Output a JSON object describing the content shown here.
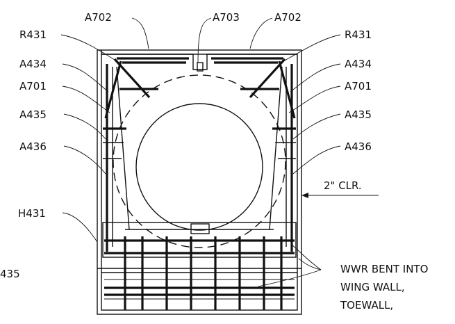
{
  "labels": {
    "a702_left": "A702",
    "a703": "A703",
    "a702_right": "A702",
    "r431_left": "R431",
    "r431_right": "R431",
    "a434_left": "A434",
    "a434_right": "A434",
    "a701_left": "A701",
    "a701_right": "A701",
    "a435_left": "A435",
    "a435_right": "A435",
    "a436_left": "A436",
    "a436_right": "A436",
    "clearance": "2\" CLR.",
    "h431": "H431",
    "partial_435": "435",
    "wwr_line1": "WWR BENT INTO",
    "wwr_line2": "WING WALL,",
    "wwr_line3": "TOEWALL,"
  }
}
